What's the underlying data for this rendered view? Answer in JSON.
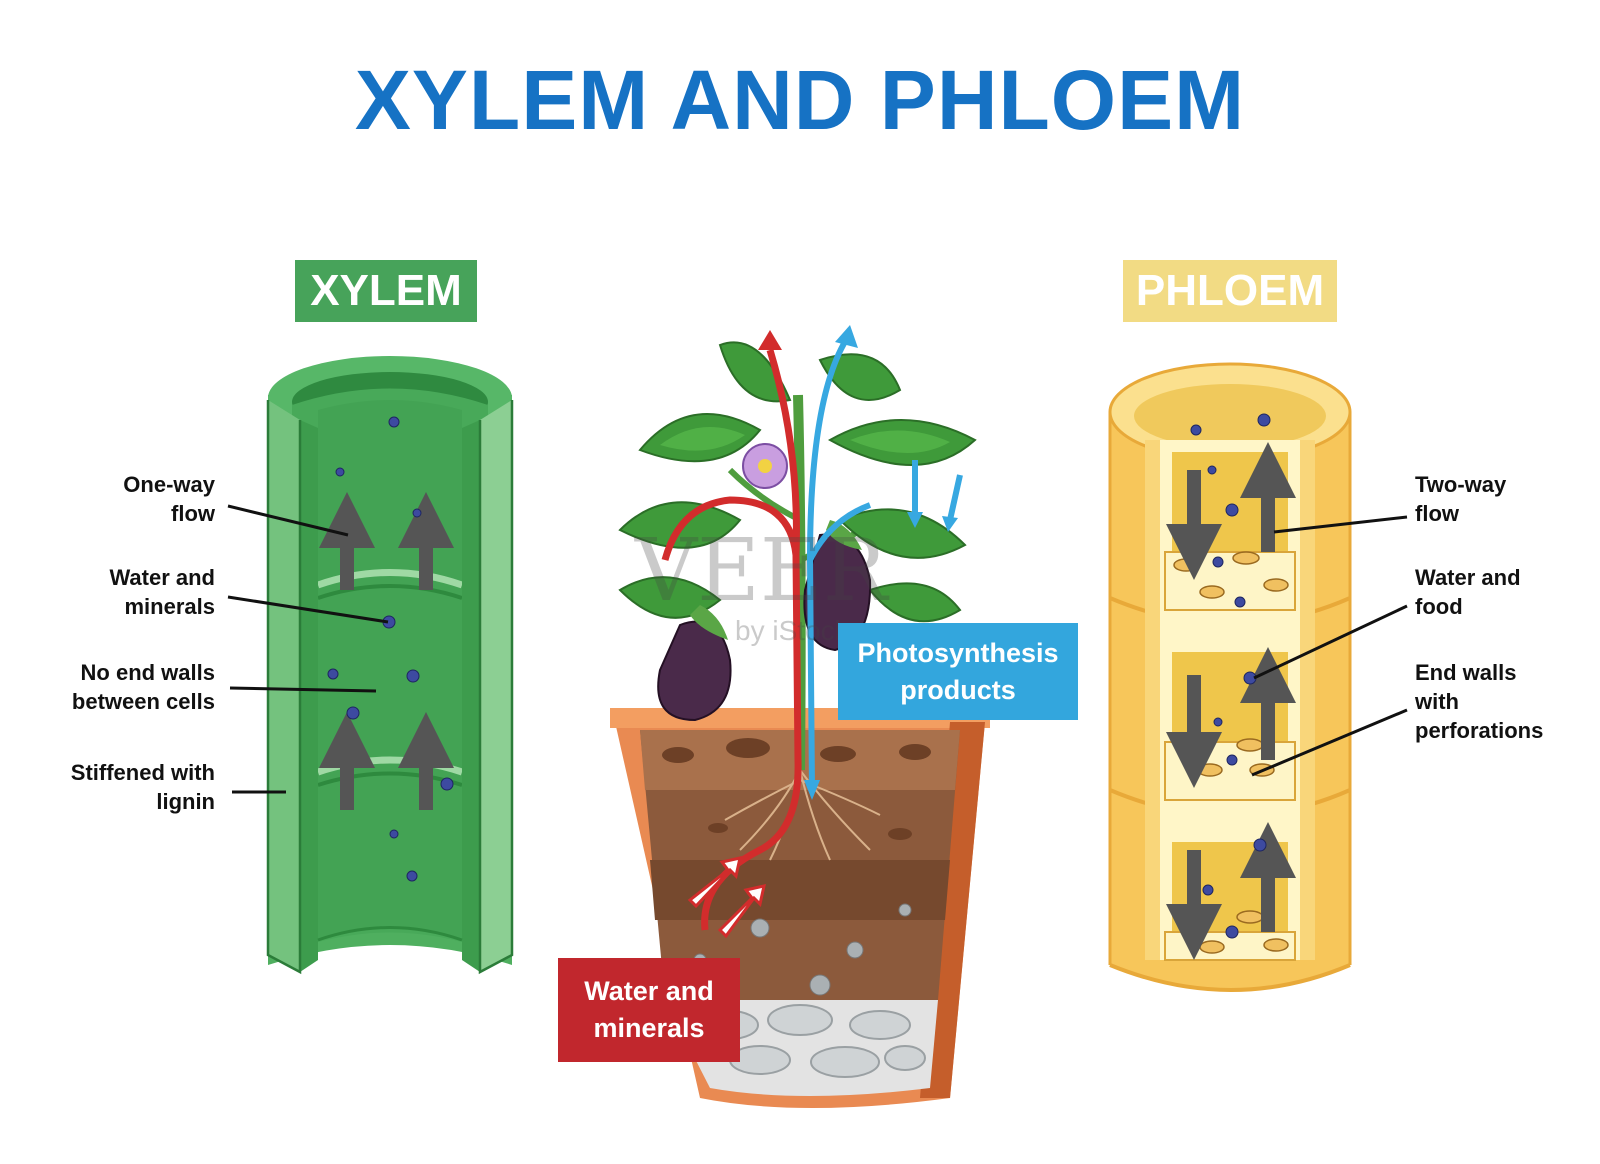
{
  "title": "XYLEM AND PHLOEM",
  "xylem": {
    "header": "XYLEM",
    "labels": {
      "one_way": [
        "One-way",
        "flow"
      ],
      "water_minerals": [
        "Water and",
        "minerals"
      ],
      "no_end_walls": [
        "No end walls",
        "between cells"
      ],
      "stiffened": [
        "Stiffened with",
        "lignin"
      ]
    }
  },
  "phloem": {
    "header": "PHLOEM",
    "labels": {
      "two_way": [
        "Two-way",
        "flow"
      ],
      "water_food": [
        "Water and",
        "food"
      ],
      "end_walls": [
        "End walls",
        "with",
        "perforations"
      ]
    }
  },
  "plant": {
    "photosynthesis_label": [
      "Photosynthesis",
      "products"
    ],
    "water_label": [
      "Water and",
      "minerals"
    ]
  },
  "watermark": [
    "VEER",
    "by iStock"
  ],
  "colors": {
    "title": "#1672c4",
    "xylem_green": "#47a35a",
    "phloem_yellow": "#f2db84",
    "photosynthesis_blue": "#33a6dd",
    "water_red": "#c1272d"
  }
}
